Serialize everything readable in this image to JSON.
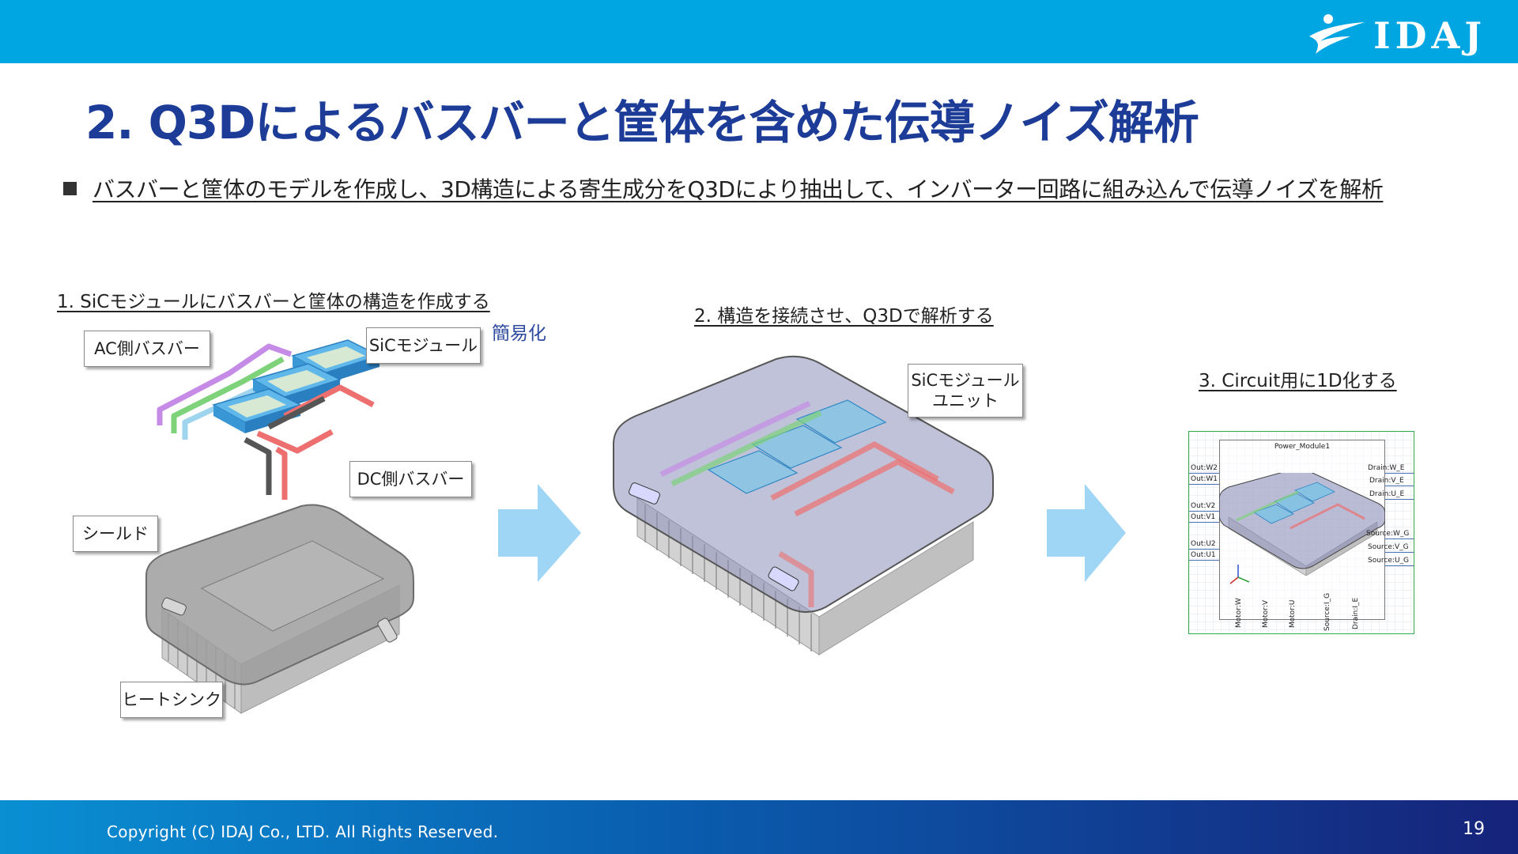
{
  "header": {
    "logo_text": "IDAJ",
    "bar_color": "#00a6e2"
  },
  "title": "2. Q3Dによるバスバーと筐体を含めた伝導ノイズ解析",
  "bullet": "バスバーと筐体のモデルを作成し、3D構造による寄生成分をQ3Dにより抽出して、インバーター回路に組み込んで伝導ノイズを解析",
  "steps": {
    "step1": "1. SiCモジュールにバスバーと筐体の構造を作成する",
    "step2": "2. 構造を接続させ、Q3Dで解析する",
    "step3": "3. Circuit用に1D化する"
  },
  "simplify_label": "簡易化",
  "callouts": {
    "ac_busbar": "AC側バスバー",
    "sic_module": "SiCモジュール",
    "dc_busbar": "DC側バスバー",
    "shield": "シールド",
    "heatsink": "ヒートシンク",
    "sic_unit_line1": "SiCモジュール",
    "sic_unit_line2": "ユニット"
  },
  "circuit": {
    "module_name": "Power_Module1",
    "left_pins": [
      "Out:W2",
      "Out:W1",
      "Out:V2",
      "Out:V1",
      "Out:U2",
      "Out:U1"
    ],
    "right_pins": [
      "Drain:W_E",
      "Drain:V_E",
      "Drain:U_E",
      "Source:W_G",
      "Source:V_G",
      "Source:U_G"
    ],
    "bottom_pins": [
      "Motor:W",
      "Motor:V",
      "Motor:U",
      "Source:I_G",
      "Drain:I_E"
    ]
  },
  "footer": {
    "copyright": "Copyright (C) IDAJ Co., LTD. All Rights Reserved.",
    "page_number": "19"
  }
}
